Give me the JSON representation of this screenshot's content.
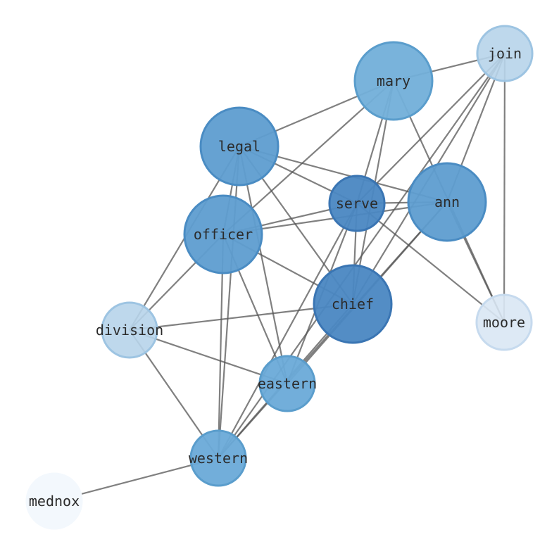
{
  "nodes": [
    {
      "id": "mary",
      "label": "mary",
      "color": "#72afd9",
      "stroke": "#5a9dcc",
      "opacity": 0.95,
      "size": 1.0
    },
    {
      "id": "join",
      "label": "join",
      "color": "#b7d4ea",
      "stroke": "#9dc4e2",
      "opacity": 0.9,
      "size": 0.71
    },
    {
      "id": "legal",
      "label": "legal",
      "color": "#5e9dd0",
      "stroke": "#4a8cc3",
      "opacity": 0.95,
      "size": 1.0
    },
    {
      "id": "serve",
      "label": "serve",
      "color": "#4a87c2",
      "stroke": "#3a75b3",
      "opacity": 0.95,
      "size": 0.71
    },
    {
      "id": "ann",
      "label": "ann",
      "color": "#5e9dd0",
      "stroke": "#4a8cc3",
      "opacity": 0.95,
      "size": 1.0
    },
    {
      "id": "officer",
      "label": "officer",
      "color": "#5e9dd0",
      "stroke": "#4a8cc3",
      "opacity": 0.95,
      "size": 1.0
    },
    {
      "id": "chief",
      "label": "chief",
      "color": "#4a87c2",
      "stroke": "#3a75b3",
      "opacity": 0.95,
      "size": 1.0
    },
    {
      "id": "division",
      "label": "division",
      "color": "#b7d4ea",
      "stroke": "#9dc4e2",
      "opacity": 0.9,
      "size": 0.71
    },
    {
      "id": "moore",
      "label": "moore",
      "color": "#d9e7f4",
      "stroke": "#c6daee",
      "opacity": 0.9,
      "size": 0.71
    },
    {
      "id": "eastern",
      "label": "eastern",
      "color": "#6aaad8",
      "stroke": "#5a9dcc",
      "opacity": 0.95,
      "size": 0.71
    },
    {
      "id": "western",
      "label": "western",
      "color": "#6aaad8",
      "stroke": "#5a9dcc",
      "opacity": 0.95,
      "size": 0.71
    },
    {
      "id": "mednox",
      "label": "mednox",
      "color": "#f3f8fd",
      "stroke": "#f3f8fd",
      "opacity": 1.0,
      "size": 0.71
    }
  ],
  "edges": [
    [
      "mary",
      "join"
    ],
    [
      "mary",
      "legal"
    ],
    [
      "mary",
      "serve"
    ],
    [
      "mary",
      "chief"
    ],
    [
      "mary",
      "moore"
    ],
    [
      "mary",
      "officer"
    ],
    [
      "join",
      "serve"
    ],
    [
      "join",
      "ann"
    ],
    [
      "join",
      "chief"
    ],
    [
      "join",
      "moore"
    ],
    [
      "join",
      "western"
    ],
    [
      "legal",
      "serve"
    ],
    [
      "legal",
      "ann"
    ],
    [
      "legal",
      "chief"
    ],
    [
      "legal",
      "division"
    ],
    [
      "legal",
      "eastern"
    ],
    [
      "legal",
      "western"
    ],
    [
      "legal",
      "officer"
    ],
    [
      "serve",
      "ann"
    ],
    [
      "serve",
      "officer"
    ],
    [
      "serve",
      "chief"
    ],
    [
      "serve",
      "moore"
    ],
    [
      "serve",
      "eastern"
    ],
    [
      "serve",
      "western"
    ],
    [
      "ann",
      "officer"
    ],
    [
      "ann",
      "moore"
    ],
    [
      "ann",
      "eastern"
    ],
    [
      "ann",
      "western"
    ],
    [
      "officer",
      "chief"
    ],
    [
      "officer",
      "division"
    ],
    [
      "officer",
      "eastern"
    ],
    [
      "officer",
      "western"
    ],
    [
      "chief",
      "division"
    ],
    [
      "chief",
      "western"
    ],
    [
      "division",
      "eastern"
    ],
    [
      "division",
      "western"
    ],
    [
      "western",
      "mednox"
    ]
  ]
}
